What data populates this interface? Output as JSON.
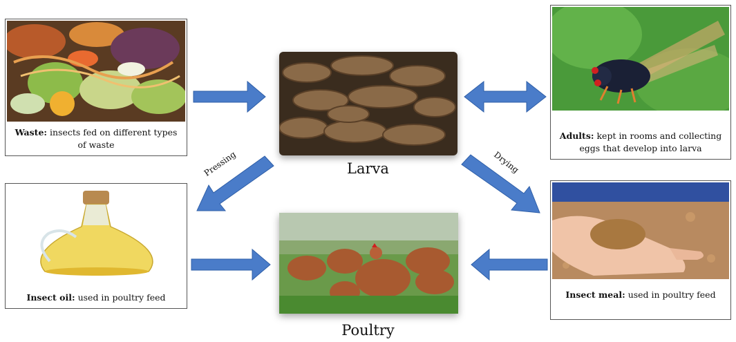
{
  "panels": {
    "waste": {
      "title": "Waste:",
      "text": "insects fed on different types of waste"
    },
    "adults": {
      "title": "Adults:",
      "text": "kept in rooms and collecting eggs that develop into larva"
    },
    "insect_oil": {
      "title": "Insect oil:",
      "text": "used in poultry feed"
    },
    "insect_meal": {
      "title": "Insect meal:",
      "text": "used in poultry feed"
    }
  },
  "center": {
    "larva": "Larva",
    "poultry": "Poultry"
  },
  "arrows": {
    "pressing": "Pressing",
    "drying": "Drying"
  },
  "colors": {
    "arrow": "#4a7cc9",
    "arrow_edge": "#2f5fa8"
  }
}
